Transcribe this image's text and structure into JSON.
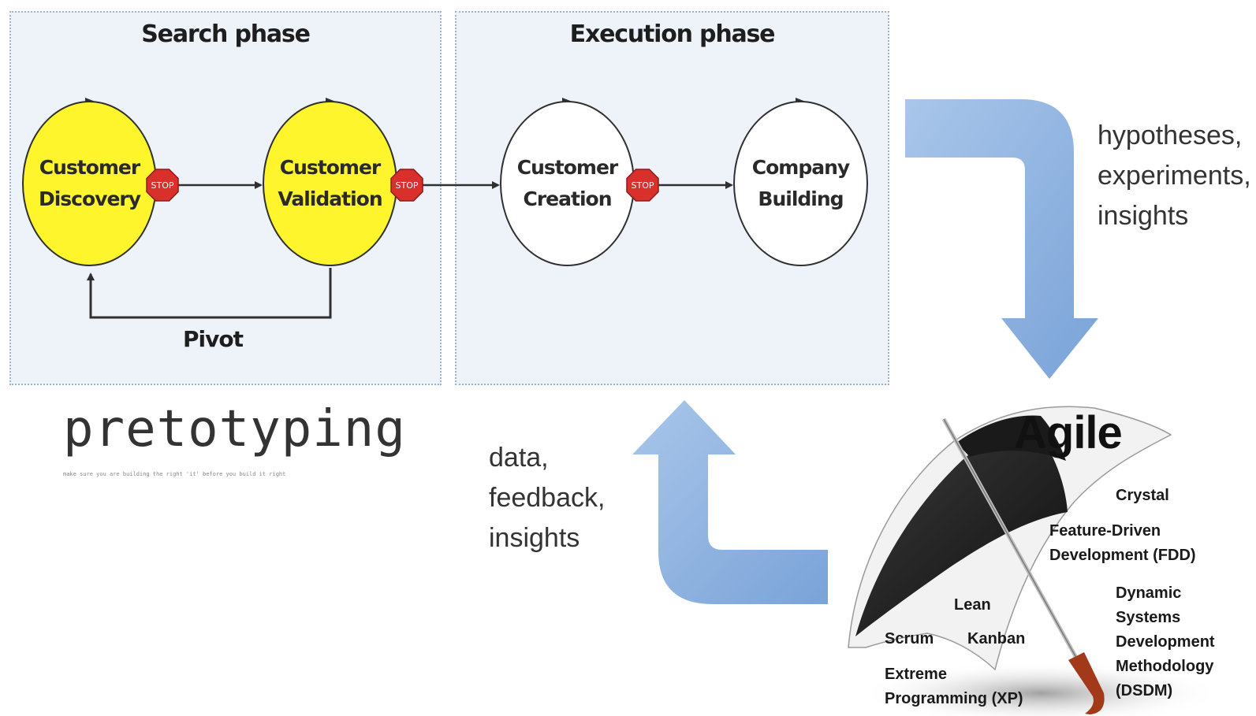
{
  "search_phase": {
    "title": "Search phase"
  },
  "execution_phase": {
    "title": "Execution phase"
  },
  "nodes": [
    {
      "id": "customer-discovery",
      "label": "Customer\nDiscovery",
      "fill": "#fef52d"
    },
    {
      "id": "customer-validation",
      "label": "Customer\nValidation",
      "fill": "#fef52d"
    },
    {
      "id": "customer-creation",
      "label": "Customer\nCreation",
      "fill": "#ffffff"
    },
    {
      "id": "company-building",
      "label": "Company\nBuilding",
      "fill": "#ffffff"
    }
  ],
  "stop_sign": {
    "text": "STOP",
    "color": "#d9302c"
  },
  "pivot": {
    "label": "Pivot"
  },
  "pretotyping": {
    "wordmark": "pretotyping",
    "tagline": "make sure you are building the right 'it' before you build it right"
  },
  "loop": {
    "outgoing_text": "hypotheses,\nexperiments,\ninsights",
    "incoming_text": "data,\nfeedback,\ninsights",
    "arrow_color": "#8fb3e0"
  },
  "agile": {
    "title": "Agile",
    "methods": {
      "crystal": "Crystal",
      "fdd": "Feature-Driven\nDevelopment (FDD)",
      "dsdm": "Dynamic\nSystems\nDevelopment\nMethodology\n(DSDM)",
      "lean": "Lean",
      "scrum": "Scrum",
      "kanban": "Kanban",
      "xp": "Extreme\nProgramming (XP)"
    }
  }
}
